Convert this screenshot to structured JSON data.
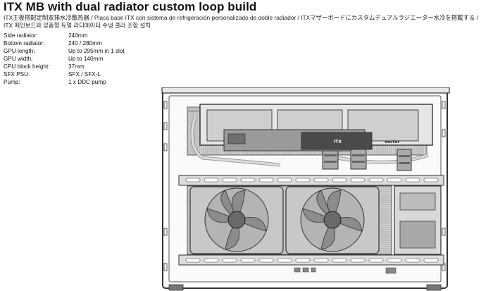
{
  "title": "ITX MB with dual radiator custom loop build",
  "subtitle_line1": "ITX主板搭配定制双排水冷散热器 / Placa base ITX con sistema de refrigeración personalizado de doble radiador / ITXマザーボードにカスタムデュアルラジエーター水冷を搭載する /",
  "subtitle_line2": "ITX 메인보드와 맞춤형 듀얼 라디에이터 수냉 쿨러 조합 설치",
  "specs": [
    {
      "label": "Side radiator:",
      "value": "240mm"
    },
    {
      "label": "Bottom radiator:",
      "value": "240 / 280mm"
    },
    {
      "label": "GPU length:",
      "value": "Up to 295mm in 1 slot"
    },
    {
      "label": "GPU width:",
      "value": "Up to 140mm"
    },
    {
      "label": "CPU block height:",
      "value": "37mm"
    },
    {
      "label": "SFX PSU:",
      "value": "SFX / SFX-L"
    },
    {
      "label": "Pump:",
      "value": "1 x DDC pump"
    }
  ],
  "diagram": {
    "gpu_brand_a": "ITX",
    "gpu_brand_b": "vector"
  }
}
